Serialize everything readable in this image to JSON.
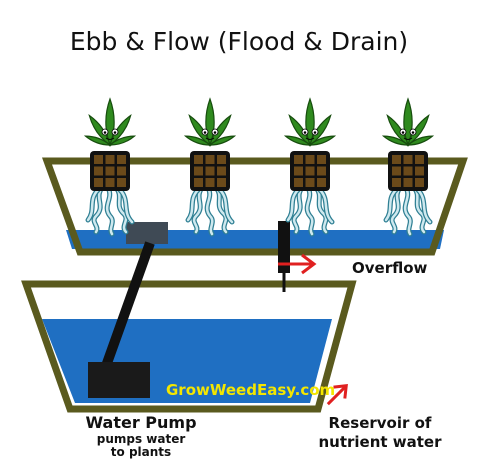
{
  "title": "Ebb & Flow (Flood & Drain)",
  "labels": {
    "overflow": "Overflow",
    "water_pump": "Water Pump",
    "pump_desc_line1": "pumps water",
    "pump_desc_line2": "to plants",
    "reservoir_line1": "Reservoir of",
    "reservoir_line2": "nutrient water",
    "watermark": "GrowWeedEasy.com"
  },
  "plant_count": 4,
  "colors": {
    "tray_border": "#5a5a1e",
    "water": "#1f6fc2",
    "plant": "#2f8a1e",
    "plant_outline": "#174d0e",
    "net_cup": "#6b4a1a",
    "net_cup_dark": "#111111",
    "roots": "#cfe9ef",
    "roots_outline": "#2f7f93",
    "pump": "#1a1a1a",
    "pipe": "#111111",
    "arrow": "#e02020",
    "watermark": "#f4e600",
    "text": "#111111"
  },
  "icons": {
    "plant": "cannabis-plant-icon",
    "arrow": "red-arrow-icon"
  }
}
